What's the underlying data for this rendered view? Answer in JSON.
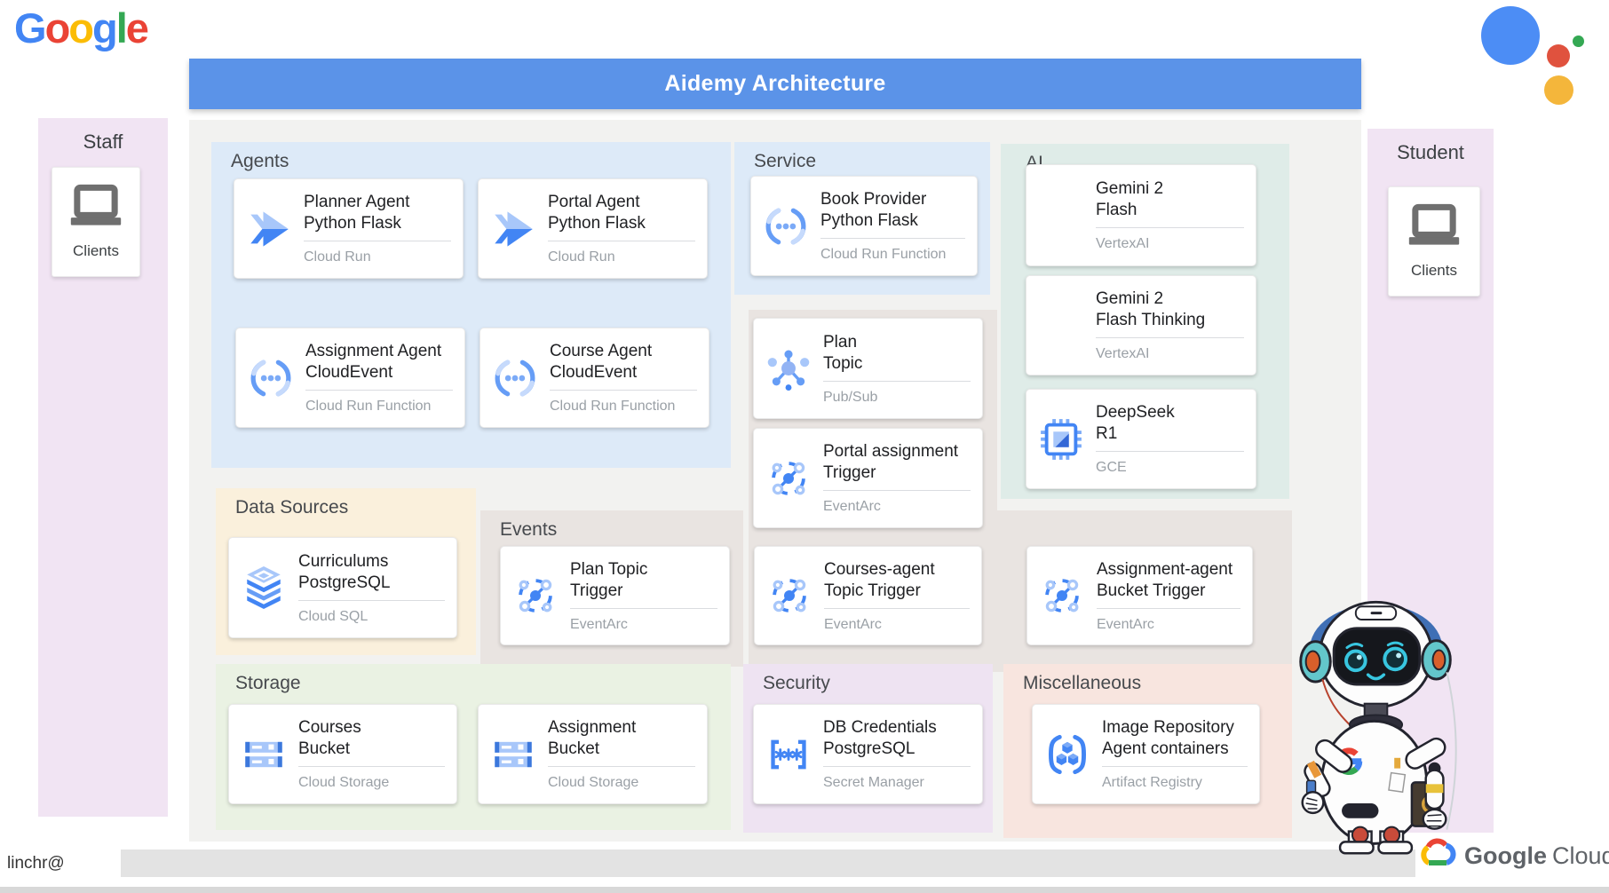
{
  "app": {
    "google_logo": {
      "g1": "G",
      "o1": "o",
      "o2": "o",
      "g2": "g",
      "l1": "l",
      "e1": "e"
    },
    "assistant_logo_icon": "google-assistant-logo",
    "header": {
      "title": "Aidemy Architecture"
    }
  },
  "panels": {
    "staff": {
      "title": "Staff",
      "client_label": "Clients",
      "icon": "laptop-icon"
    },
    "student": {
      "title": "Student",
      "client_label": "Clients",
      "icon": "laptop-icon"
    }
  },
  "sections": {
    "agents": {
      "label": "Agents",
      "color": "#DDEAF8",
      "cards": [
        {
          "line1": "Planner Agent",
          "line2": "Python Flask",
          "subtitle": "Cloud Run",
          "icon": "cloud-run-icon"
        },
        {
          "line1": "Portal Agent",
          "line2": "Python Flask",
          "subtitle": "Cloud Run",
          "icon": "cloud-run-icon"
        },
        {
          "line1": "Assignment Agent",
          "line2": "CloudEvent",
          "subtitle": "Cloud Run Function",
          "icon": "cloud-functions-icon"
        },
        {
          "line1": "Course Agent",
          "line2": "CloudEvent",
          "subtitle": "Cloud Run Function",
          "icon": "cloud-functions-icon"
        }
      ]
    },
    "service": {
      "label": "Service",
      "color": "#DDEAF8",
      "cards": [
        {
          "line1": "Book Provider",
          "line2": "Python Flask",
          "subtitle": "Cloud Run Function",
          "icon": "cloud-functions-icon"
        }
      ]
    },
    "ai": {
      "label": "AI",
      "color": "#DFECE8",
      "cards": [
        {
          "line1": "Gemini 2",
          "line2": "Flash",
          "subtitle": "VertexAI",
          "icon": "gemini-icon"
        },
        {
          "line1": "Gemini 2",
          "line2": "Flash Thinking",
          "subtitle": "VertexAI",
          "icon": "gemini-icon"
        },
        {
          "line1": "DeepSeek",
          "line2": "R1",
          "subtitle": "GCE",
          "icon": "gce-chip-icon"
        }
      ]
    },
    "messaging": {
      "color": "#E9E4E1",
      "cards": [
        {
          "line1": "Plan",
          "line2": "Topic",
          "subtitle": "Pub/Sub",
          "icon": "pubsub-icon"
        },
        {
          "line1": "Portal assignment",
          "line2": "Trigger",
          "subtitle": "EventArc",
          "icon": "eventarc-icon"
        }
      ]
    },
    "data_sources": {
      "label": "Data Sources",
      "color": "#FAF0DC",
      "cards": [
        {
          "line1": "Curriculums",
          "line2": "PostgreSQL",
          "subtitle": "Cloud SQL",
          "icon": "cloud-sql-icon"
        }
      ]
    },
    "events": {
      "label": "Events",
      "color": "#E9E4E1",
      "cards": [
        {
          "line1": "Plan Topic",
          "line2": "Trigger",
          "subtitle": "EventArc",
          "icon": "eventarc-icon"
        }
      ]
    },
    "triggers": {
      "color": "#E9E4E1",
      "cards": [
        {
          "line1": "Courses-agent",
          "line2": "Topic Trigger",
          "subtitle": "EventArc",
          "icon": "eventarc-icon"
        },
        {
          "line1": "Assignment-agent",
          "line2": "Bucket Trigger",
          "subtitle": "EventArc",
          "icon": "eventarc-icon"
        }
      ]
    },
    "storage": {
      "label": "Storage",
      "color": "#EAF2E3",
      "cards": [
        {
          "line1": "Courses",
          "line2": "Bucket",
          "subtitle": "Cloud Storage",
          "icon": "cloud-storage-icon"
        },
        {
          "line1": "Assignment",
          "line2": "Bucket",
          "subtitle": "Cloud Storage",
          "icon": "cloud-storage-icon"
        }
      ]
    },
    "security": {
      "label": "Security",
      "color": "#EEE3F2",
      "cards": [
        {
          "line1": "DB Credentials",
          "line2": "PostgreSQL",
          "subtitle": "Secret Manager",
          "icon": "secret-manager-icon"
        }
      ]
    },
    "miscellaneous": {
      "label": "Miscellaneous",
      "color": "#F8E5DF",
      "cards": [
        {
          "line1": "Image Repository",
          "line2": "Agent containers",
          "subtitle": "Artifact Registry",
          "icon": "artifact-registry-icon"
        }
      ]
    }
  },
  "footer": {
    "username": "linchr@",
    "brand": {
      "google": "Google",
      "cloud": "Cloud"
    }
  },
  "mascot": {
    "icon": "robot-mascot",
    "chest_icon": "google-g-logo"
  },
  "colors": {
    "google_blue": "#4285F4",
    "google_red": "#EA4335",
    "google_yellow": "#FBBC05",
    "google_green": "#34A853",
    "header_blue": "#5B93E8",
    "canvas_gray": "#F2F2F0",
    "panel_purple": "#F1E4F3",
    "card_title": "#202124",
    "card_subtitle": "#9AA0A6",
    "icon_blue": "#4285F4",
    "icon_light_blue": "#A8C7FA"
  }
}
